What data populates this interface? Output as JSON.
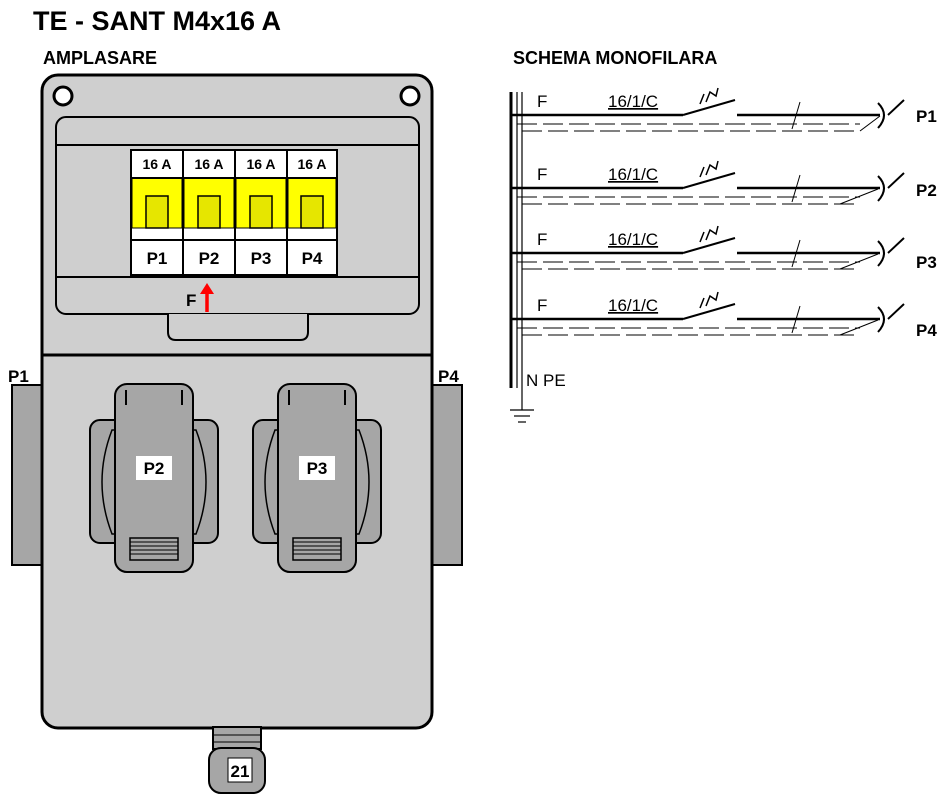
{
  "title": "TE - SANT  M4x16 A",
  "amplasare_label": "AMPLASARE",
  "schema_label": "SCHEMA MONOFILARA",
  "breakers": [
    {
      "rating": "16 A",
      "label": "P1"
    },
    {
      "rating": "16 A",
      "label": "P2"
    },
    {
      "rating": "16 A",
      "label": "P3"
    },
    {
      "rating": "16 A",
      "label": "P4"
    }
  ],
  "feed_label": "F",
  "sockets": {
    "left_side": "P1",
    "right_side": "P4",
    "front_left": "P2",
    "front_right": "P3"
  },
  "gland_label": "21",
  "circuits": [
    {
      "phase": "F",
      "breaker": "16/1/C",
      "output": "P1"
    },
    {
      "phase": "F",
      "breaker": "16/1/C",
      "output": "P2"
    },
    {
      "phase": "F",
      "breaker": "16/1/C",
      "output": "P3"
    },
    {
      "phase": "F",
      "breaker": "16/1/C",
      "output": "P4"
    }
  ],
  "bus_label": "N PE",
  "colors": {
    "breaker_yellow": "#ffff00",
    "box_gray": "#cfcfcf",
    "socket_gray": "#a6a6a6",
    "arrow_red": "#ff0000"
  }
}
